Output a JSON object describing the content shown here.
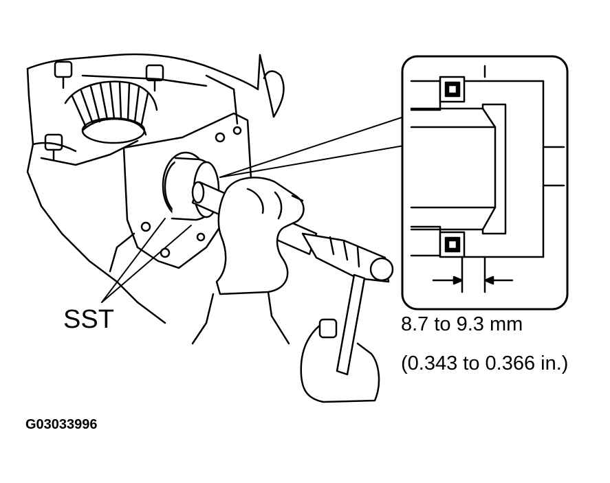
{
  "labels": {
    "tool": "SST",
    "depth_mm": "8.7 to 9.3 mm",
    "depth_in": "(0.343 to 0.366 in.)",
    "figure_id": "G03033996"
  },
  "colors": {
    "line": "#000000",
    "background": "#ffffff"
  }
}
